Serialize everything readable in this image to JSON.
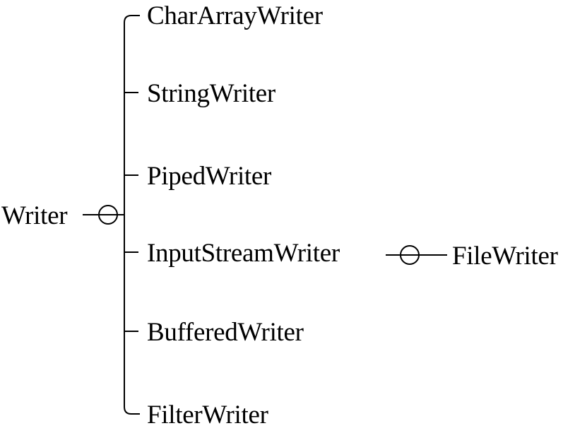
{
  "diagram": {
    "root": {
      "label": "Writer",
      "children": [
        {
          "label": "CharArrayWriter"
        },
        {
          "label": "StringWriter"
        },
        {
          "label": "PipedWriter"
        },
        {
          "label": "InputStreamWriter",
          "children": [
            {
              "label": "FileWriter"
            }
          ]
        },
        {
          "label": "BufferedWriter"
        },
        {
          "label": "FilterWriter"
        }
      ]
    },
    "colors": {
      "line": "#000000",
      "text": "#000000",
      "background": "#ffffff"
    },
    "icons": [
      "collapse-node-icon",
      "collapse-node-icon"
    ]
  }
}
